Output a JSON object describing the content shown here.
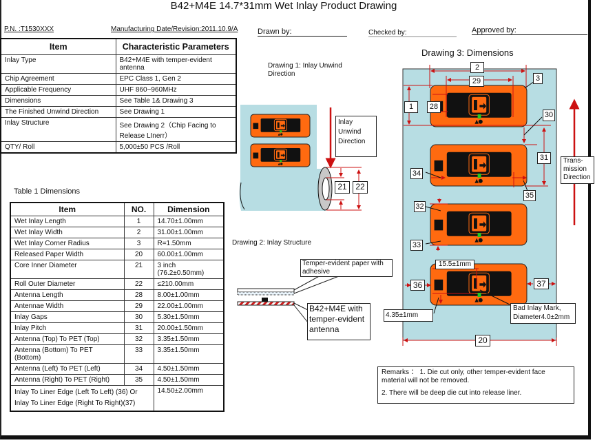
{
  "title": "B42+M4E 14.7*31mm Wet Inlay Product Drawing",
  "header": {
    "part_number": "P.N. :T1530XXX",
    "manufacturing": "Manufacturing Date/Revision:2011.10.9/A",
    "drawn_by": "Drawn by:",
    "checked_by": "Checked by:",
    "approved_by": "Approved by:"
  },
  "characteristics_table": {
    "headers": [
      "Item",
      "Characteristic Parameters"
    ],
    "rows": [
      {
        "item": "Inlay Type",
        "value": "B42+M4E with temper-evident antenna"
      },
      {
        "item": "Chip Agreement",
        "value": "EPC Class 1, Gen 2"
      },
      {
        "item": "Applicable Frequency",
        "value": "UHF 860~960MHz"
      },
      {
        "item": "Dimensions",
        "value": "See Table 1& Drawing 3"
      },
      {
        "item": "The Finished Unwind Direction",
        "value": "See Drawing 1"
      },
      {
        "item": "Inlay Structure",
        "value": "See Drawing 2（Chip Facing to Release LInerr）"
      },
      {
        "item": "QTY/ Roll",
        "value": "5,000±50 PCS /Roll"
      }
    ]
  },
  "dimensions_table": {
    "title": "Table 1 Dimensions",
    "headers": [
      "Item",
      "NO.",
      "Dimension"
    ],
    "rows": [
      {
        "item": "Wet Inlay Length",
        "no": "1",
        "dim": "14.70±1.00mm"
      },
      {
        "item": "Wet Inlay Width",
        "no": "2",
        "dim": "31.00±1.00mm"
      },
      {
        "item": "Wet Inlay Corner Radius",
        "no": "3",
        "dim": "R=1.50mm"
      },
      {
        "item": "Released Paper Width",
        "no": "20",
        "dim": "60.00±1.00mm"
      },
      {
        "item": "Core  Inner Diameter",
        "no": "21",
        "dim": "3 inch (76.2±0.50mm)"
      },
      {
        "item": "Roll Outer Diameter",
        "no": "22",
        "dim": "≤210.00mm"
      },
      {
        "item": "Antenna Length",
        "no": "28",
        "dim": "8.00±1.00mm"
      },
      {
        "item": "Antennae Width",
        "no": "29",
        "dim": "22.00±1.00mm"
      },
      {
        "item": "Inlay Gaps",
        "no": "30",
        "dim": "5.30±1.50mm"
      },
      {
        "item": "Inlay Pitch",
        "no": "31",
        "dim": "20.00±1.50mm"
      },
      {
        "item": "Antenna (Top) To PET (Top)",
        "no": "32",
        "dim": "3.35±1.50mm"
      },
      {
        "item": "Antenna (Bottom) To PET (Bottom)",
        "no": "33",
        "dim": "3.35±1.50mm"
      },
      {
        "item": "Antenna (Left) To PET (Left)",
        "no": "34",
        "dim": "4.50±1.50mm"
      },
      {
        "item": "Antenna (Right) To PET (Right)",
        "no": "35",
        "dim": "4.50±1.50mm"
      }
    ],
    "last_row": {
      "item_line1": "Inlay To Liner Edge (Left To Left) (36) Or",
      "item_line2": "Inlay To Liner Edge (Right To Right)(37)",
      "dim": "14.50±2.00mm"
    }
  },
  "drawing1": {
    "caption_line1": "Drawing 1: Inlay  Unwind",
    "caption_line2": "Direction",
    "direction_label": [
      "Inlay",
      "Unwind",
      "Direction"
    ],
    "labels": [
      "21",
      "22"
    ]
  },
  "drawing2": {
    "caption": "Drawing 2: Inlay  Structure",
    "top_label": "Temper-evident paper with adhesive",
    "bottom_label": "B42+M4E   with temper-evident antenna"
  },
  "drawing3": {
    "caption": "Drawing 3: Dimensions",
    "labels": {
      "n1": "1",
      "n2": "2",
      "n3": "3",
      "n20": "20",
      "n28": "28",
      "n29": "29",
      "n30": "30",
      "n31": "31",
      "n32": "32",
      "n33": "33",
      "n34": "34",
      "n35": "35",
      "n36": "36",
      "n37": "37"
    },
    "mark_offset_x": "15.5±1mm",
    "mark_offset_y": "4.35±1mm",
    "bad_mark_label": "Bad Inlay  Mark, Diameter4.0±2mm",
    "transmission_label": [
      "Trans-",
      "mission",
      "Direction"
    ]
  },
  "remarks": {
    "line1": "Remarks ：  1. Die cut only, other temper-evident face material will not be removed.",
    "line2": "2. There will be deep die cut into release liner."
  },
  "colors": {
    "liner": "#b7dde3",
    "inlay": "#ff6a10",
    "antenna": "#111111",
    "dimension": "#cc1111",
    "chip": "#22cc22"
  }
}
